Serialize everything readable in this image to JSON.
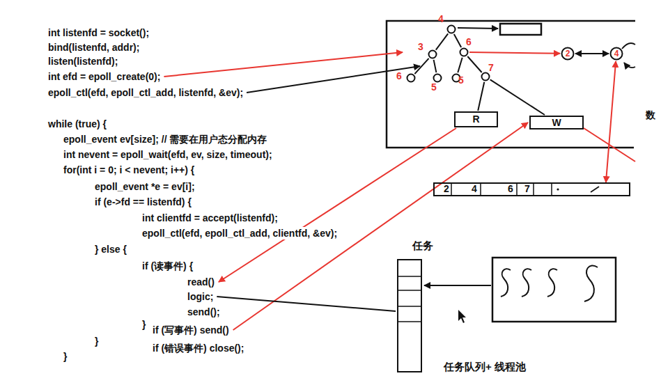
{
  "diagram": {
    "nodes": [
      {
        "text": [
          "4"
        ]
      },
      {
        "text": [
          "3"
        ]
      },
      {
        "text": [
          "6"
        ]
      },
      {
        "text": [
          "6"
        ]
      },
      {
        "text": [
          "5"
        ]
      },
      {
        "text": [
          "5"
        ]
      },
      {
        "text": [
          "7"
        ]
      },
      {
        "text": [
          "2"
        ]
      },
      {
        "text": [
          "4"
        ]
      },
      {
        "text": [
          "R"
        ]
      },
      {
        "text": [
          "W"
        ]
      },
      {
        "text": [
          "2",
          "4",
          "6",
          "7"
        ]
      },
      {
        "text": [
          "任务"
        ]
      }
    ],
    "edges": [
      {
        "from": 0,
        "to": 1,
        "arrow": "none"
      },
      {
        "from": 0,
        "to": 2,
        "arrow": "none"
      },
      {
        "from": 1,
        "to": 3,
        "arrow": "none"
      },
      {
        "from": 1,
        "to": 4,
        "arrow": "none"
      },
      {
        "from": 2,
        "to": 5,
        "arrow": "none"
      },
      {
        "from": 2,
        "to": 6,
        "arrow": "none"
      },
      {
        "from": 6,
        "to": 9,
        "arrow": "none"
      },
      {
        "from": 6,
        "to": 10,
        "arrow": "none"
      },
      {
        "from": 2,
        "to": 7,
        "arrow": "to"
      },
      {
        "from": 7,
        "to": 8,
        "arrow": "both"
      },
      {
        "from": 11,
        "to": 8,
        "arrow": "both"
      }
    ],
    "labels": [
      "int listenfd = socket();",
      "bind(listenfd, addr);",
      "listen(listenfd);",
      "int efd = epoll_create(0);",
      "epoll_ctl(efd, epoll_ctl_add, listenfd, &ev);",
      "while (true) {",
      "epoll_event ev[size]; // 需要在用户态分配内存",
      "int nevent = epoll_wait(efd, ev, size, timeout);",
      "for(int i = 0; i < nevent; i++) {",
      "epoll_event *e = ev[i];",
      "if (e->fd == listenfd) {",
      "int clientfd = accept(listenfd);",
      "epoll_ctl(efd, epoll_ctl_add, clientfd, &ev);",
      "} else {",
      "if (读事件) {",
      "read()",
      "logic;",
      "send();",
      "}",
      "if (写事件) send()",
      "}",
      "if (错误事件) close();",
      "}",
      "数",
      "任务队列+ 线程池"
    ]
  }
}
